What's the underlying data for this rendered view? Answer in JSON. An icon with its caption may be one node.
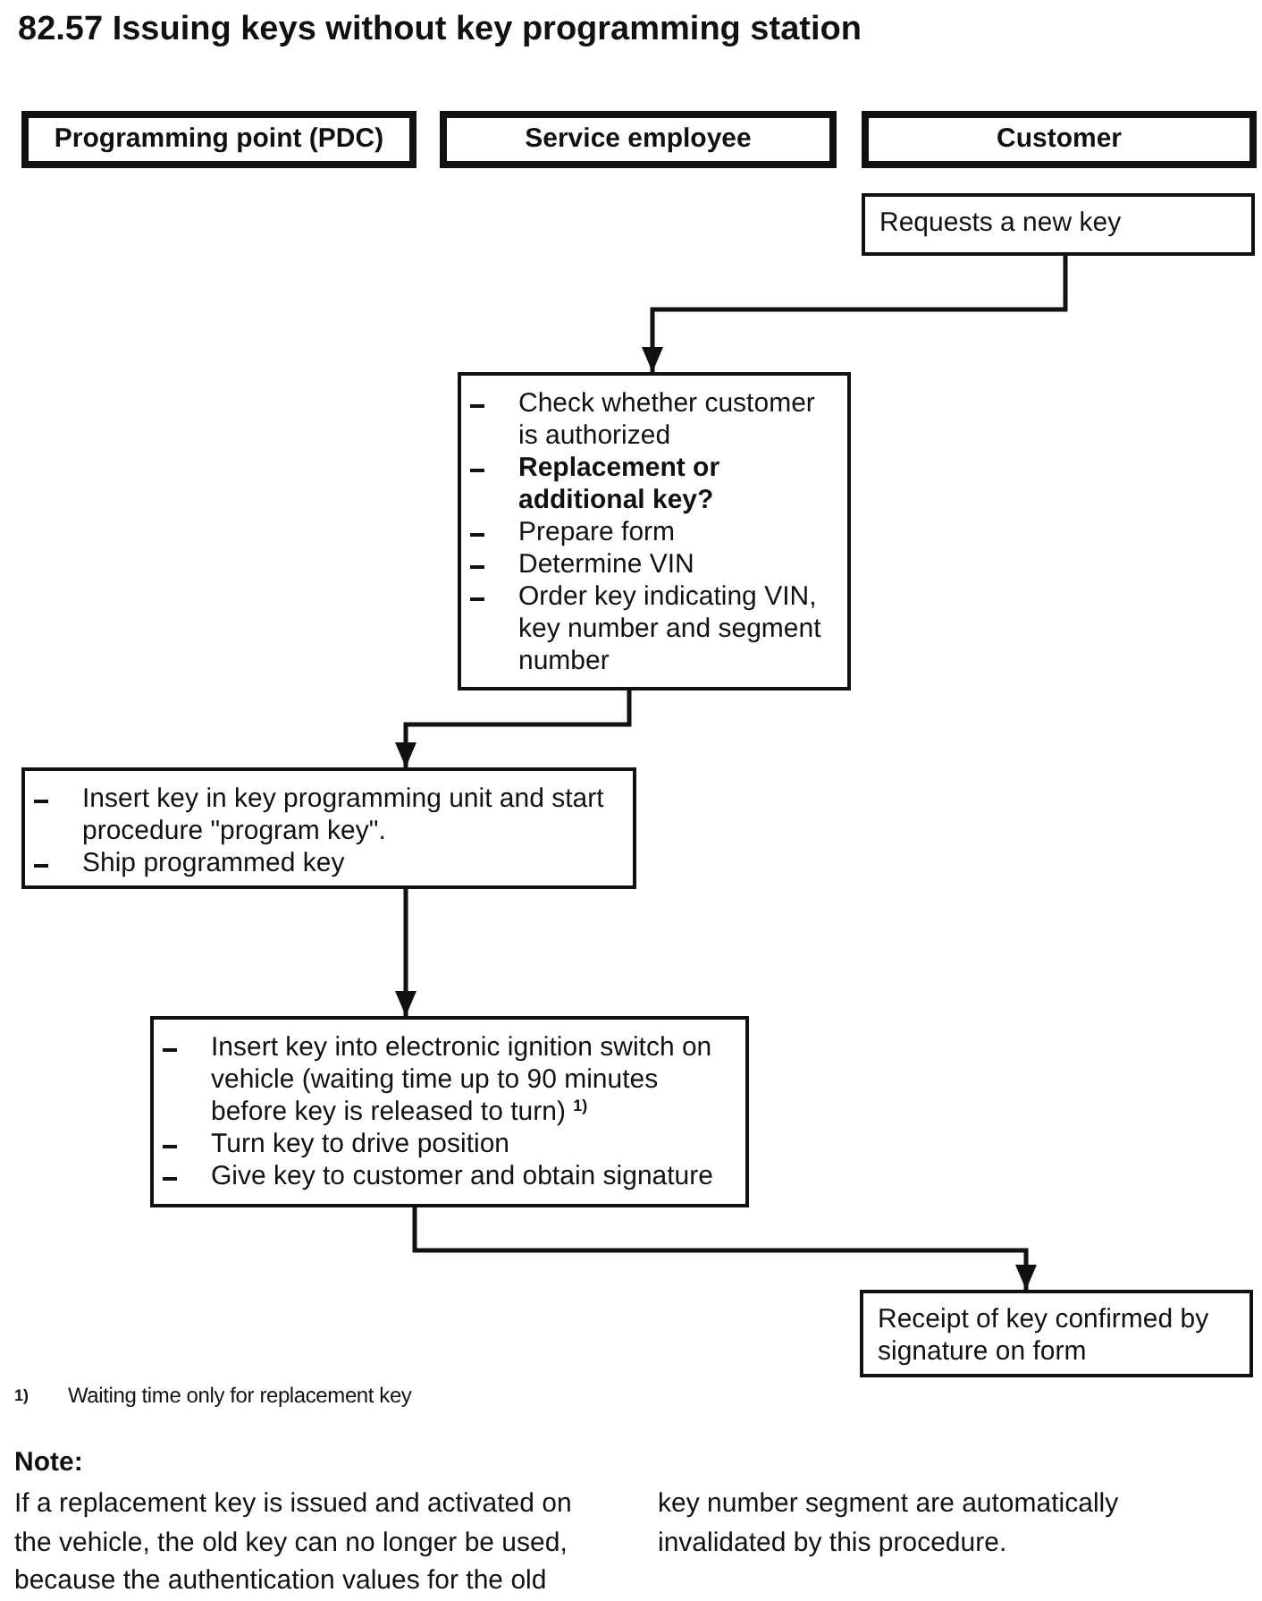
{
  "diagram": {
    "title": "82.57 Issuing keys without key programming station",
    "nodes": [
      {
        "text": [
          "Programming point (PDC)"
        ]
      },
      {
        "text": [
          "Service employee"
        ]
      },
      {
        "text": [
          "Customer"
        ]
      },
      {
        "text": [
          "Requests a new key"
        ]
      },
      {
        "text": [
          "Check whether customer is authorized",
          "**Replacement or additional key?**",
          "Prepare form",
          "Determine VIN",
          "Order key indicating VIN, key number and segment number"
        ]
      },
      {
        "text": [
          "Insert key in key programming unit and start procedure \"program key\".",
          "Ship programmed key"
        ]
      },
      {
        "text": [
          "Insert key into electronic ignition switch on vehicle (waiting time up to 90 minutes before key is released to turn) $^{1)}$",
          "Turn key to drive position",
          "Give key to customer and obtain signature"
        ]
      },
      {
        "text": [
          "Receipt of key confirmed by signature on form"
        ]
      }
    ],
    "edges": [
      {
        "from": 3,
        "to": 4,
        "arrow": "to"
      },
      {
        "from": 4,
        "to": 5,
        "arrow": "to"
      },
      {
        "from": 5,
        "to": 6,
        "arrow": "to"
      },
      {
        "from": 6,
        "to": 7,
        "arrow": "to"
      }
    ],
    "labels": [
      "1)",
      "Waiting time only for replacement key",
      "Note:",
      "If a replacement key is issued and activated on the vehicle, the old key can no longer be used, because the authentication values for the old key number segment are automatically invalidated by this procedure."
    ]
  }
}
